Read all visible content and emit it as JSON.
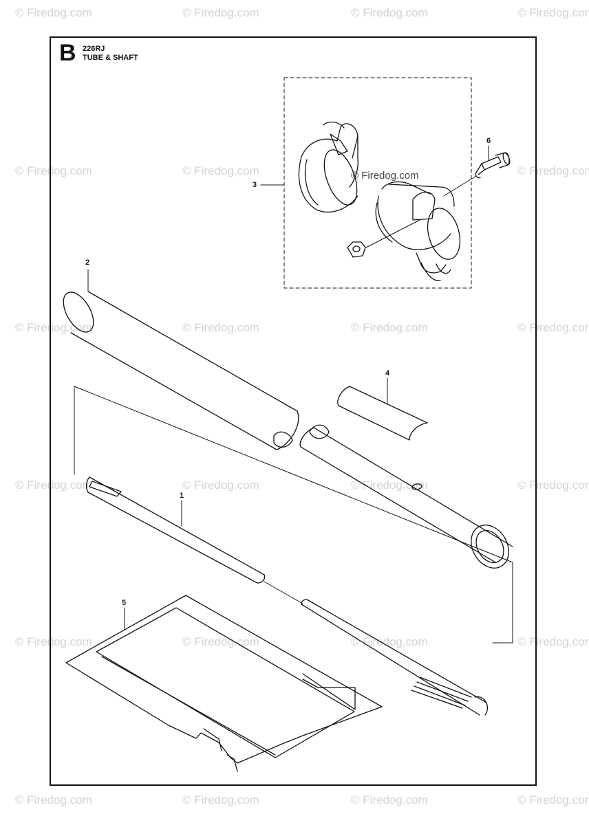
{
  "header": {
    "section_letter": "B",
    "model": "226RJ",
    "title": "TUBE & SHAFT"
  },
  "watermark": {
    "text": "© Firedog.com"
  },
  "callouts": {
    "c1": "1",
    "c2": "2",
    "c3": "3",
    "c4": "4",
    "c5": "5",
    "c6": "6"
  }
}
